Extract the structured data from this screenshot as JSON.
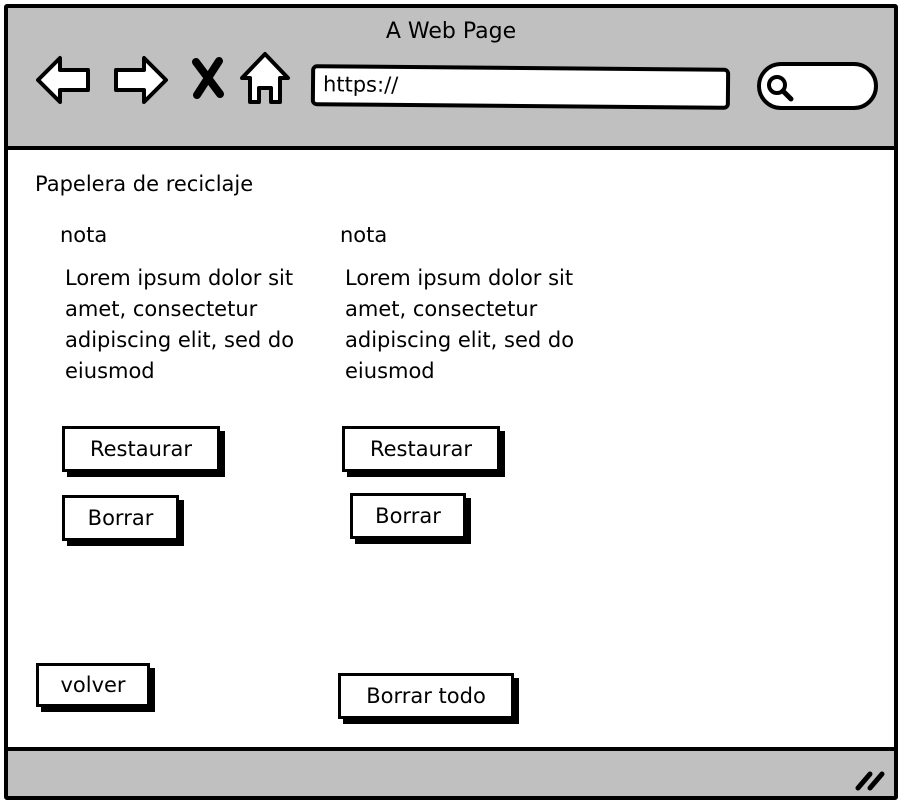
{
  "window": {
    "title": "A Web Page"
  },
  "address_bar": {
    "value": "https://"
  },
  "icons": {
    "back": "back-arrow-icon",
    "forward": "forward-arrow-icon",
    "stop": "close-x-icon",
    "home": "home-icon",
    "search": "search-icon",
    "resize": "resize-grip-icon"
  },
  "page": {
    "title": "Papelera de reciclaje"
  },
  "notes": [
    {
      "title": "nota",
      "body": "Lorem ipsum dolor sit amet, consectetur adipiscing elit, sed do eiusmod",
      "restore_label": "Restaurar",
      "delete_label": "Borrar"
    },
    {
      "title": "nota",
      "body": "Lorem ipsum dolor sit amet, consectetur adipiscing elit, sed do eiusmod",
      "restore_label": "Restaurar",
      "delete_label": "Borrar"
    }
  ],
  "actions": {
    "back_label": "volver",
    "delete_all_label": "Borrar todo"
  },
  "colors": {
    "chrome": "#c0c0c0",
    "ink": "#000000",
    "background": "#ffffff"
  }
}
